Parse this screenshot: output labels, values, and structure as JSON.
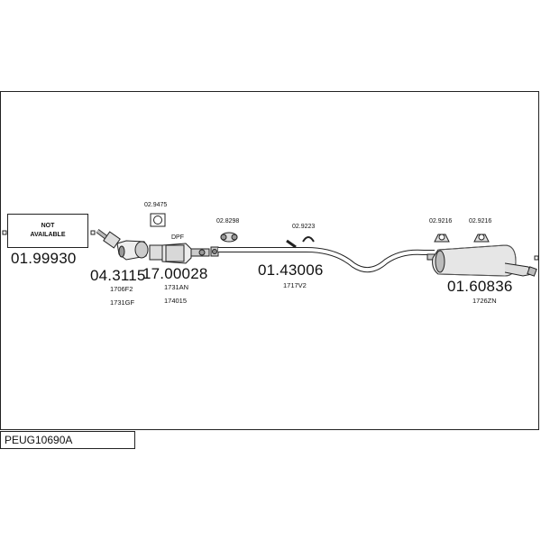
{
  "diagram": {
    "code": "PEUG10690A",
    "not_available_line1": "NOT",
    "not_available_line2": "AVAILABLE",
    "parts": {
      "p1": "01.99930",
      "p2": "04.3115",
      "p3": "17.00028",
      "p4": "01.43006",
      "p5": "01.60836"
    },
    "refs": {
      "r1": "1706F2",
      "r2": "1731GF",
      "r3": "1731AN",
      "r4": "174015",
      "r5": "1717V2",
      "r6": "1726ZN"
    },
    "accessories": {
      "a1": "02.9475",
      "a2": "02.8298",
      "a3": "02.9223",
      "a4": "02.9216",
      "a5": "02.9216"
    },
    "dpf_label": "DPF"
  }
}
